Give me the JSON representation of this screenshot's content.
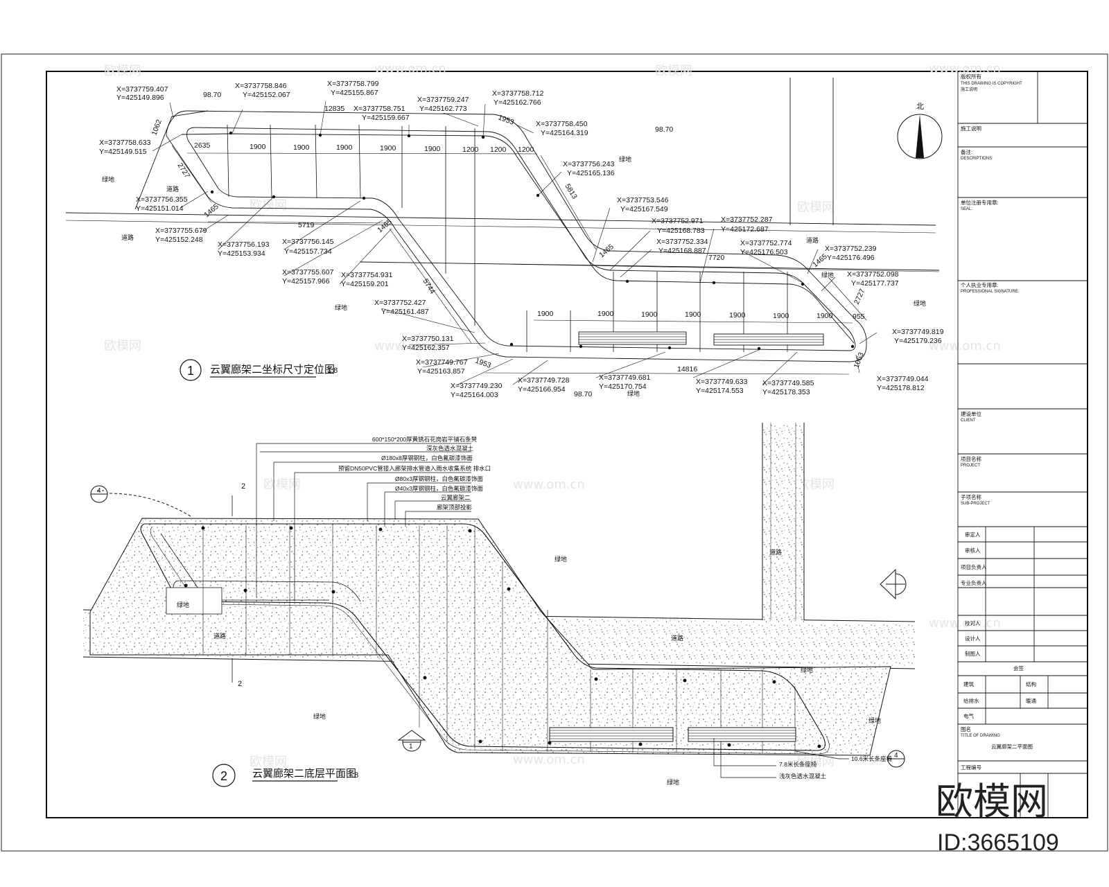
{
  "plan1": {
    "title": "云翼廊架二坐标尺寸定位图",
    "scale": "1:8",
    "circle_no": "1",
    "labels": {
      "green": "绿地",
      "road": "道路"
    },
    "coords": [
      {
        "x": "X=3737759.407",
        "y": "Y=425149.896"
      },
      {
        "x": "X=3737758.846",
        "y": "Y=425152.067"
      },
      {
        "x": "X=3737758.799",
        "y": "Y=425155.867"
      },
      {
        "x": "X=3737758.751",
        "y": "Y=425159.667"
      },
      {
        "x": "X=3737759.247",
        "y": "Y=425162.773"
      },
      {
        "x": "X=3737758.712",
        "y": "Y=425162.766"
      },
      {
        "x": "X=3737758.450",
        "y": "Y=425164.319"
      },
      {
        "x": "X=3737758.633",
        "y": "Y=425149.515"
      },
      {
        "x": "X=3737756.355",
        "y": "Y=425151.014"
      },
      {
        "x": "X=3737755.679",
        "y": "Y=425152.248"
      },
      {
        "x": "X=3737756.193",
        "y": "Y=425153.934"
      },
      {
        "x": "X=3737756.145",
        "y": "Y=425157.734"
      },
      {
        "x": "X=3737755.607",
        "y": "Y=425157.966"
      },
      {
        "x": "X=3737754.931",
        "y": "Y=425159.201"
      },
      {
        "x": "X=3737756.243",
        "y": "Y=425165.136"
      },
      {
        "x": "X=3737753.546",
        "y": "Y=425167.549"
      },
      {
        "x": "X=3737752.971",
        "y": "Y=425168.783"
      },
      {
        "x": "X=3737752.287",
        "y": "Y=425172.687"
      },
      {
        "x": "X=3737752.334",
        "y": "Y=425168.887"
      },
      {
        "x": "X=3737752.774",
        "y": "Y=425176.503"
      },
      {
        "x": "X=3737752.239",
        "y": "Y=425176.496"
      },
      {
        "x": "X=3737752.098",
        "y": "Y=425177.737"
      },
      {
        "x": "X=3737752.427",
        "y": "Y=425161.487"
      },
      {
        "x": "X=3737750.131",
        "y": "Y=425162.357"
      },
      {
        "x": "X=3737749.767",
        "y": "Y=425163.857"
      },
      {
        "x": "X=3737749.230",
        "y": "Y=425164.003"
      },
      {
        "x": "X=3737749.728",
        "y": "Y=425166.954"
      },
      {
        "x": "X=3737749.681",
        "y": "Y=425170.754"
      },
      {
        "x": "X=3737749.633",
        "y": "Y=425174.553"
      },
      {
        "x": "X=3737749.585",
        "y": "Y=425178.353"
      },
      {
        "x": "X=3737749.819",
        "y": "Y=425179.236"
      },
      {
        "x": "X=3737749.044",
        "y": "Y=425178.812"
      }
    ],
    "dims": {
      "d9870": "98.70",
      "d12835": "12835",
      "d1953": "1953",
      "d1062": "1062",
      "d2635": "2635",
      "d1900": "1900",
      "d1200": "1200",
      "d2727": "2727",
      "d1465": "1465",
      "d5719": "5719",
      "d5813": "5813",
      "d5744": "5744",
      "d7720": "7720",
      "d955": "955",
      "d1063": "1063",
      "d14816": "14816"
    }
  },
  "plan2": {
    "title": "云翼廊架二底层平面图",
    "scale": "1:8",
    "circle_no": "2",
    "section_mark": "2",
    "callouts": [
      "600*150*200厚黄锈石花岗岩平铺石条凳",
      "深灰色透水混凝土",
      "Ø180x8厚钢钢柱，白色氟碳漆饰面",
      "预留DN50PVC管接入廊架排水管道入雨水收集系统  排水口",
      "Ø80x3厚钢钢柱，白色氟碳漆饰面",
      "Ø40x3厚钢钢柱，白色氟碳漆饰面",
      "云翼廊架二",
      "廊架顶部投影"
    ],
    "bottom_callouts": [
      "10.6米长条座椅",
      "7.8米长条座椅",
      "浅灰色透水混凝土"
    ],
    "index_marks": [
      "4",
      "1",
      "4"
    ]
  },
  "title_block": {
    "copyright_cn": "版权所有",
    "copyright_en": "THIS DRAWING IS COPYRIGHT",
    "notes_cn": "施工说明",
    "desc": "备注:",
    "desc_en": "DESCRIPTIONS:",
    "seal_cn": "单位注册专用章:",
    "seal_en": "SEAL:",
    "sig_cn": "个人执业专用章:",
    "sig_en": "PROFESSIONAL SIGNATURE:",
    "client_cn": "建设单位",
    "client_en": "CLIENT",
    "project_cn": "项目名称",
    "project_en": "PROJECT",
    "sub_cn": "子项名称",
    "sub_en": "SUB-PROJECT",
    "roles": [
      "审定人",
      "审核人",
      "项目负责人",
      "专业负责人",
      "校对人",
      "设计人",
      "制图人"
    ],
    "sign": "会签",
    "disciplines": [
      "建筑",
      "结构",
      "给排水",
      "暖通",
      "电气"
    ],
    "drawing_title_cn": "图名",
    "drawing_title_en": "TITLE OF DRAWING",
    "drawing_title_val": "云翼廊架二平面图",
    "project_no_cn": "工程编号"
  },
  "watermark": {
    "brand": "欧模网",
    "site": "www.om.cn",
    "id": "ID:3665109"
  },
  "north": "北"
}
